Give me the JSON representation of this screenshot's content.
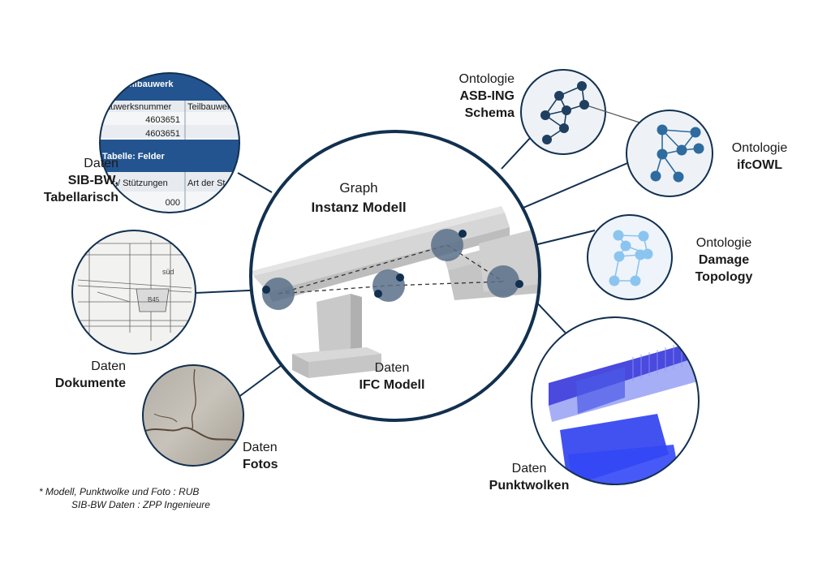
{
  "center": {
    "line1": "Graph",
    "line2": "Instanz Modell"
  },
  "ifc": {
    "line1": "Daten",
    "line2": "IFC Modell"
  },
  "sib": {
    "line1": "Daten",
    "line2": "SIB-BW,",
    "line3": "Tabellarisch",
    "table": {
      "header1": ": Teilbauwerk",
      "col1": "auwerksnummer",
      "col2": "Teilbauwer",
      "row1": "4603651",
      "row2": "4603651",
      "header2": "Tabelle: Felder",
      "col3": "der / Stützungen",
      "col4": "Art der St",
      "row3": "000"
    }
  },
  "dok": {
    "line1": "Daten",
    "line2": "Dokumente"
  },
  "fotos": {
    "line1": "Daten",
    "line2": "Fotos"
  },
  "punkt": {
    "line1": "Daten",
    "line2": "Punktwolken"
  },
  "asb": {
    "line1": "Ontologie",
    "line2": "ASB-ING",
    "line3": "Schema"
  },
  "ifcowl": {
    "line1": "Ontologie",
    "line2": "ifcOWL"
  },
  "damage": {
    "line1": "Ontologie",
    "line2": "Damage",
    "line3": "Topology"
  },
  "footnote": {
    "line1": "* Modell, Punktwolke und Foto : RUB",
    "line2": "SIB-BW Daten : ZPP Ingenieure"
  },
  "colors": {
    "navy": "#12304f",
    "node": "#5b7088",
    "asb_node": "#1e3f60",
    "owl_node": "#2e6b9e",
    "damage_node": "#8cc4f0"
  }
}
